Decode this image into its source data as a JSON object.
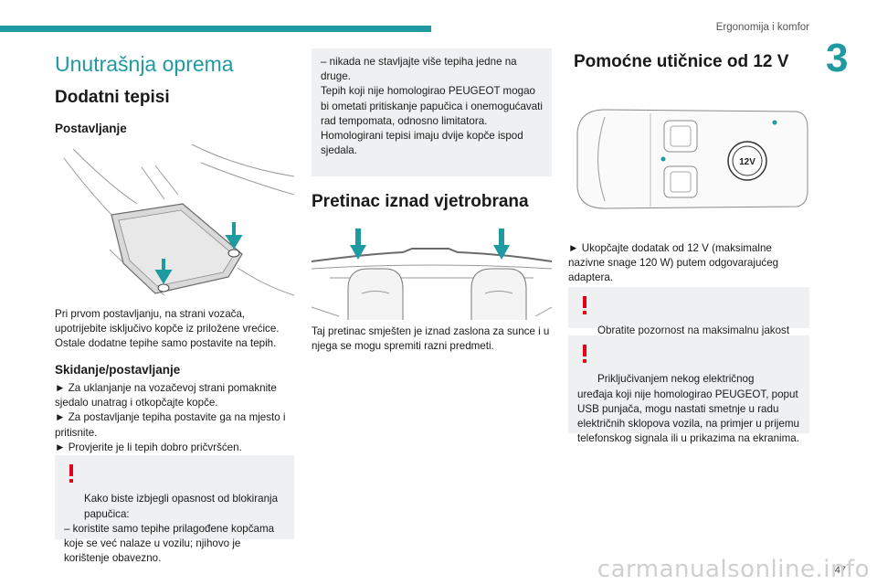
{
  "header": {
    "chapter_title": "Ergonomija i komfor",
    "chapter_number": "3",
    "page_number": "47"
  },
  "col1": {
    "section_title": "Unutrašnja oprema",
    "heading": "Dodatni tepisi",
    "sub_install": "Postavljanje",
    "install_text": "Pri prvom postavljanju, na strani vozača, upotrijebite isključivo kopče iz priložene vrećice.\nOstale dodatne tepihe samo postavite na tepih.",
    "sub_remove": "Skidanje/postavljanje",
    "remove_text": "► Za uklanjanje na vozačevoj strani pomaknite sjedalo unatrag i otkopčajte kopče.\n► Za postavljanje tepiha postavite ga na mjesto i pritisnite.\n► Provjerite je li tepih dobro pričvršćen.",
    "warning_first": "Kako biste izbjegli opasnost od blokiranja papučica:",
    "warning_rest": "– koristite samo tepihe prilagođene kopčama koje se već nalaze u vozilu; njihovo je korištenje obavezno."
  },
  "col2": {
    "note_text": "– nikada ne stavljajte više tepiha jedne na druge.\nTepih koji nije homologirao PEUGEOT mogao bi ometati pritiskanje papučica i onemogućavati rad tempomata, odnosno limitatora.\nHomologirani tepisi imaju dvije kopče ispod sjedala.",
    "heading": "Pretinac iznad vjetrobrana",
    "text": "Taj pretinac smješten je iznad zaslona za sunce i u njega se mogu spremiti razni predmeti."
  },
  "col3": {
    "heading": "Pomoćne utičnice od 12 V",
    "socket_label": "12V",
    "text": "► Ukopčajte dodatak od 12 V (maksimalne nazivne snage 120 W) putem odgovarajućeg adaptera.",
    "warning1": "Obratite pozornost na maksimalnu jakost kako se oprema ne bi oštetila.",
    "warning2_first": "Priključivanjem nekog električnog",
    "warning2_rest": "uređaja koji nije homologirao PEUGEOT, poput USB punjača, mogu nastati smetnje u radu električnih sklopova vozila, na primjer u prijemu telefonskog signala ili u prikazima na ekranima."
  },
  "watermark": "carmanualsonline.info",
  "colors": {
    "accent": "#1e9aa0",
    "warning": "#e3001b",
    "note_bg": "#eef0f1"
  }
}
